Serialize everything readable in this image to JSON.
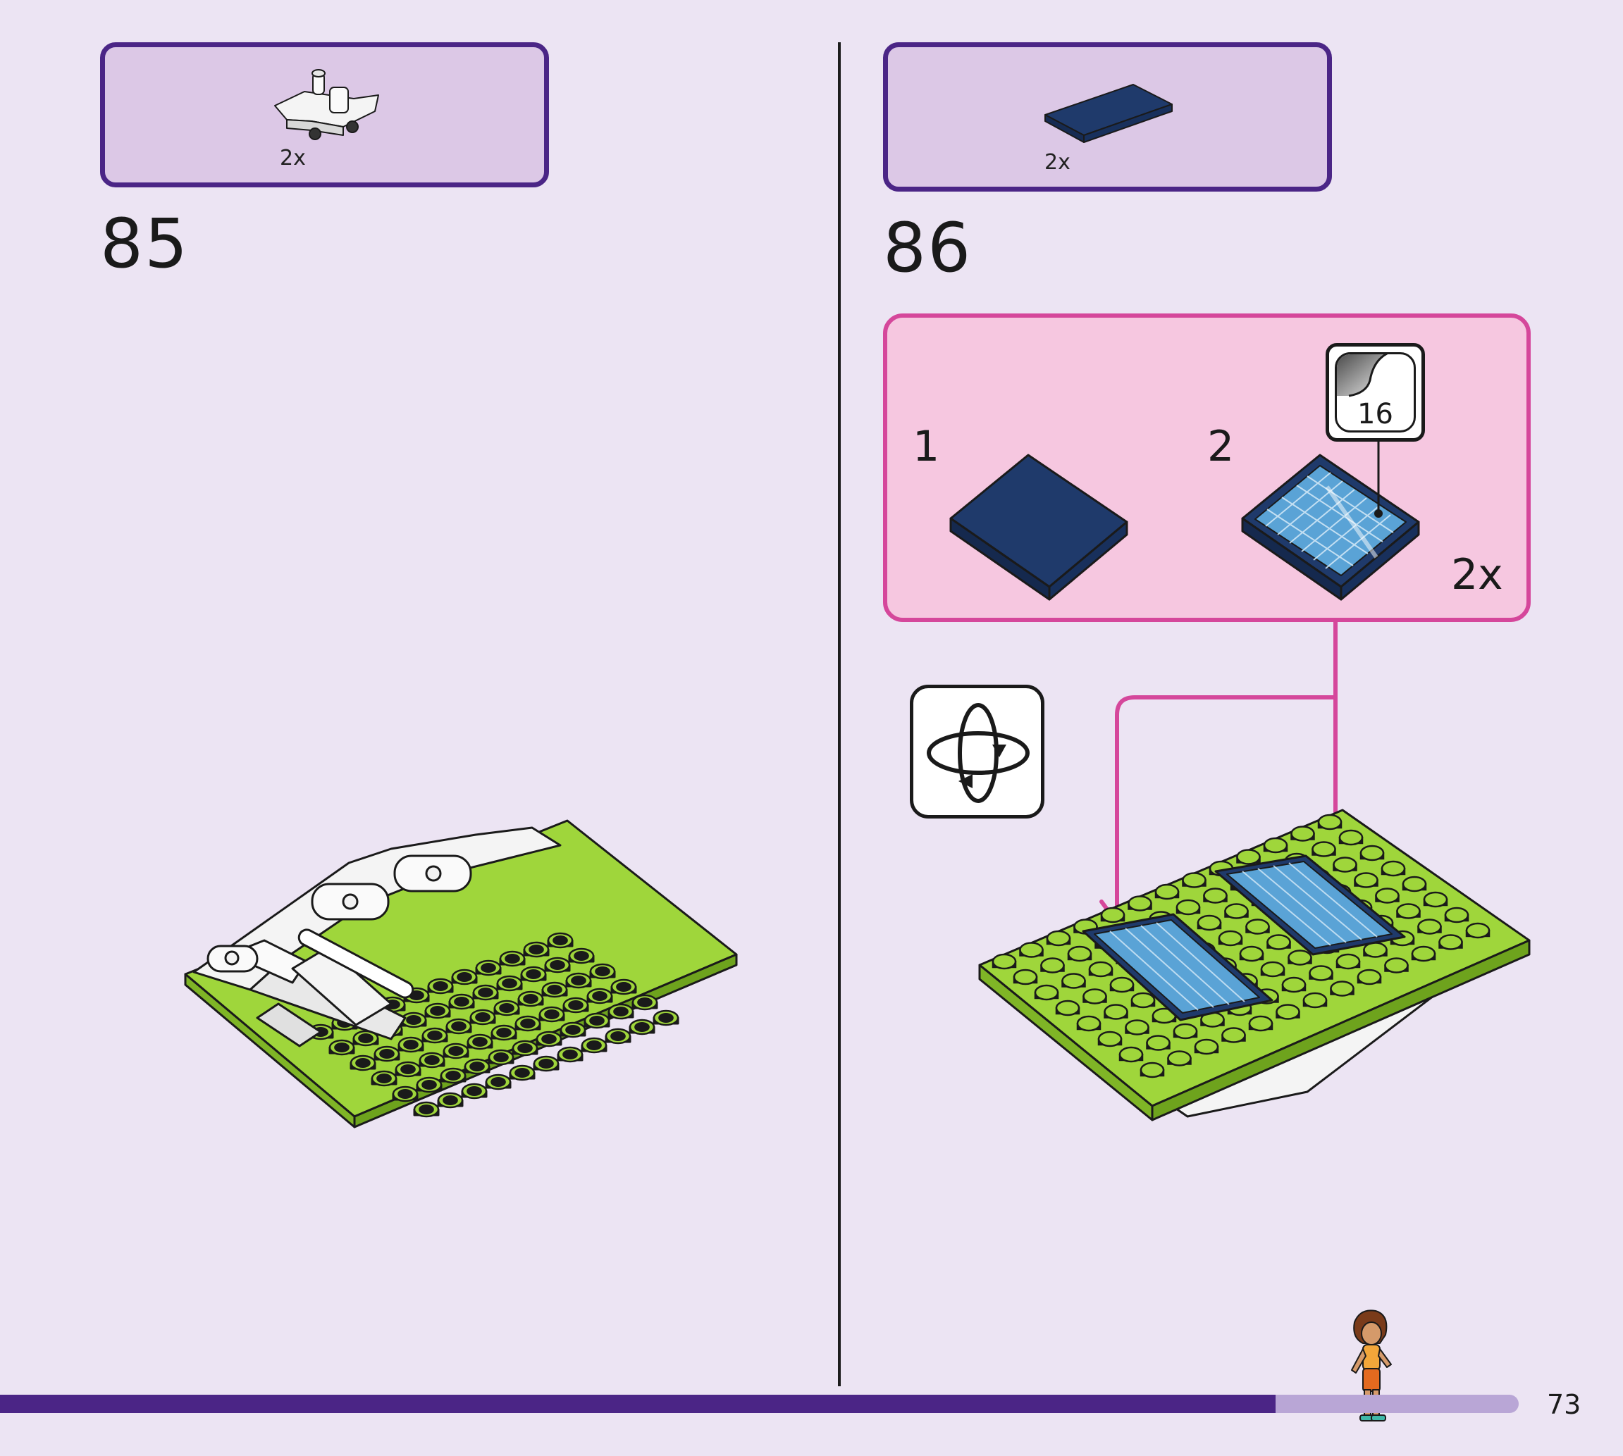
{
  "steps": [
    {
      "number": "85",
      "parts": [
        {
          "name": "white-hinge-plate",
          "quantity": "2x"
        }
      ]
    },
    {
      "number": "86",
      "parts": [
        {
          "name": "dark-blue-tile-2x4",
          "quantity": "2x"
        }
      ]
    }
  ],
  "subassembly": {
    "steps": [
      "1",
      "2"
    ],
    "quantity": "2x",
    "sticker_number": "16"
  },
  "progress": {
    "fraction": 0.84
  },
  "page_number": "73",
  "icons": {
    "rotate": "rotate-model-icon",
    "sticker": "sticker-icon",
    "minifigure": "minifigure-icon"
  },
  "colors": {
    "background": "#ece4f3",
    "parts_box_fill": "#dcc8e6",
    "parts_box_border": "#4b2586",
    "callout_fill": "#f6c7e0",
    "callout_border": "#d5479b",
    "plate_green": "#9fd63b",
    "tile_dark_blue": "#1f3a6b",
    "solar_cell_blue": "#5aa3d6"
  }
}
